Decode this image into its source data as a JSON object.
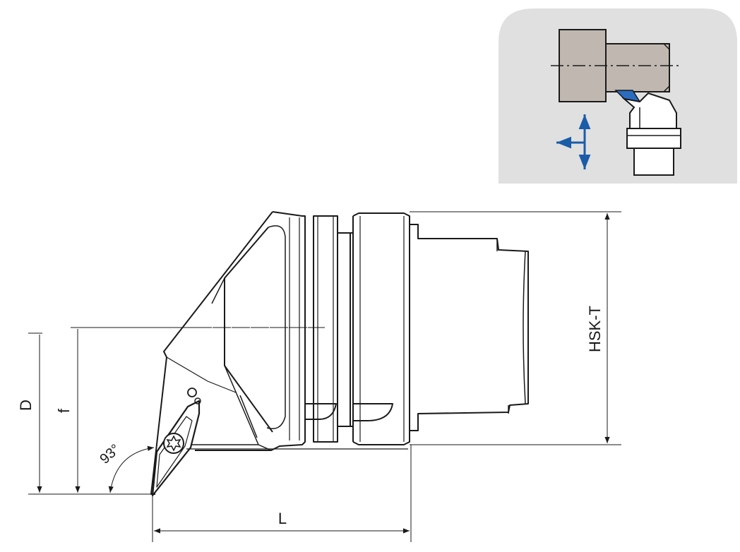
{
  "dimensions": {
    "D": "D",
    "f": "f",
    "L": "L",
    "HSK_T": "HSK-T",
    "angle": "93°"
  },
  "colors": {
    "line": "#1a1a1a",
    "inset_background": "#e0e0e0",
    "workpiece": "#c0b8b0",
    "arrow_blue": "#1a5ca8",
    "insert_blue": "#2a6cc0"
  },
  "icons": {
    "insert_screw": "torx-screw-icon",
    "feed_arrows": "feed-direction-arrows-icon"
  }
}
